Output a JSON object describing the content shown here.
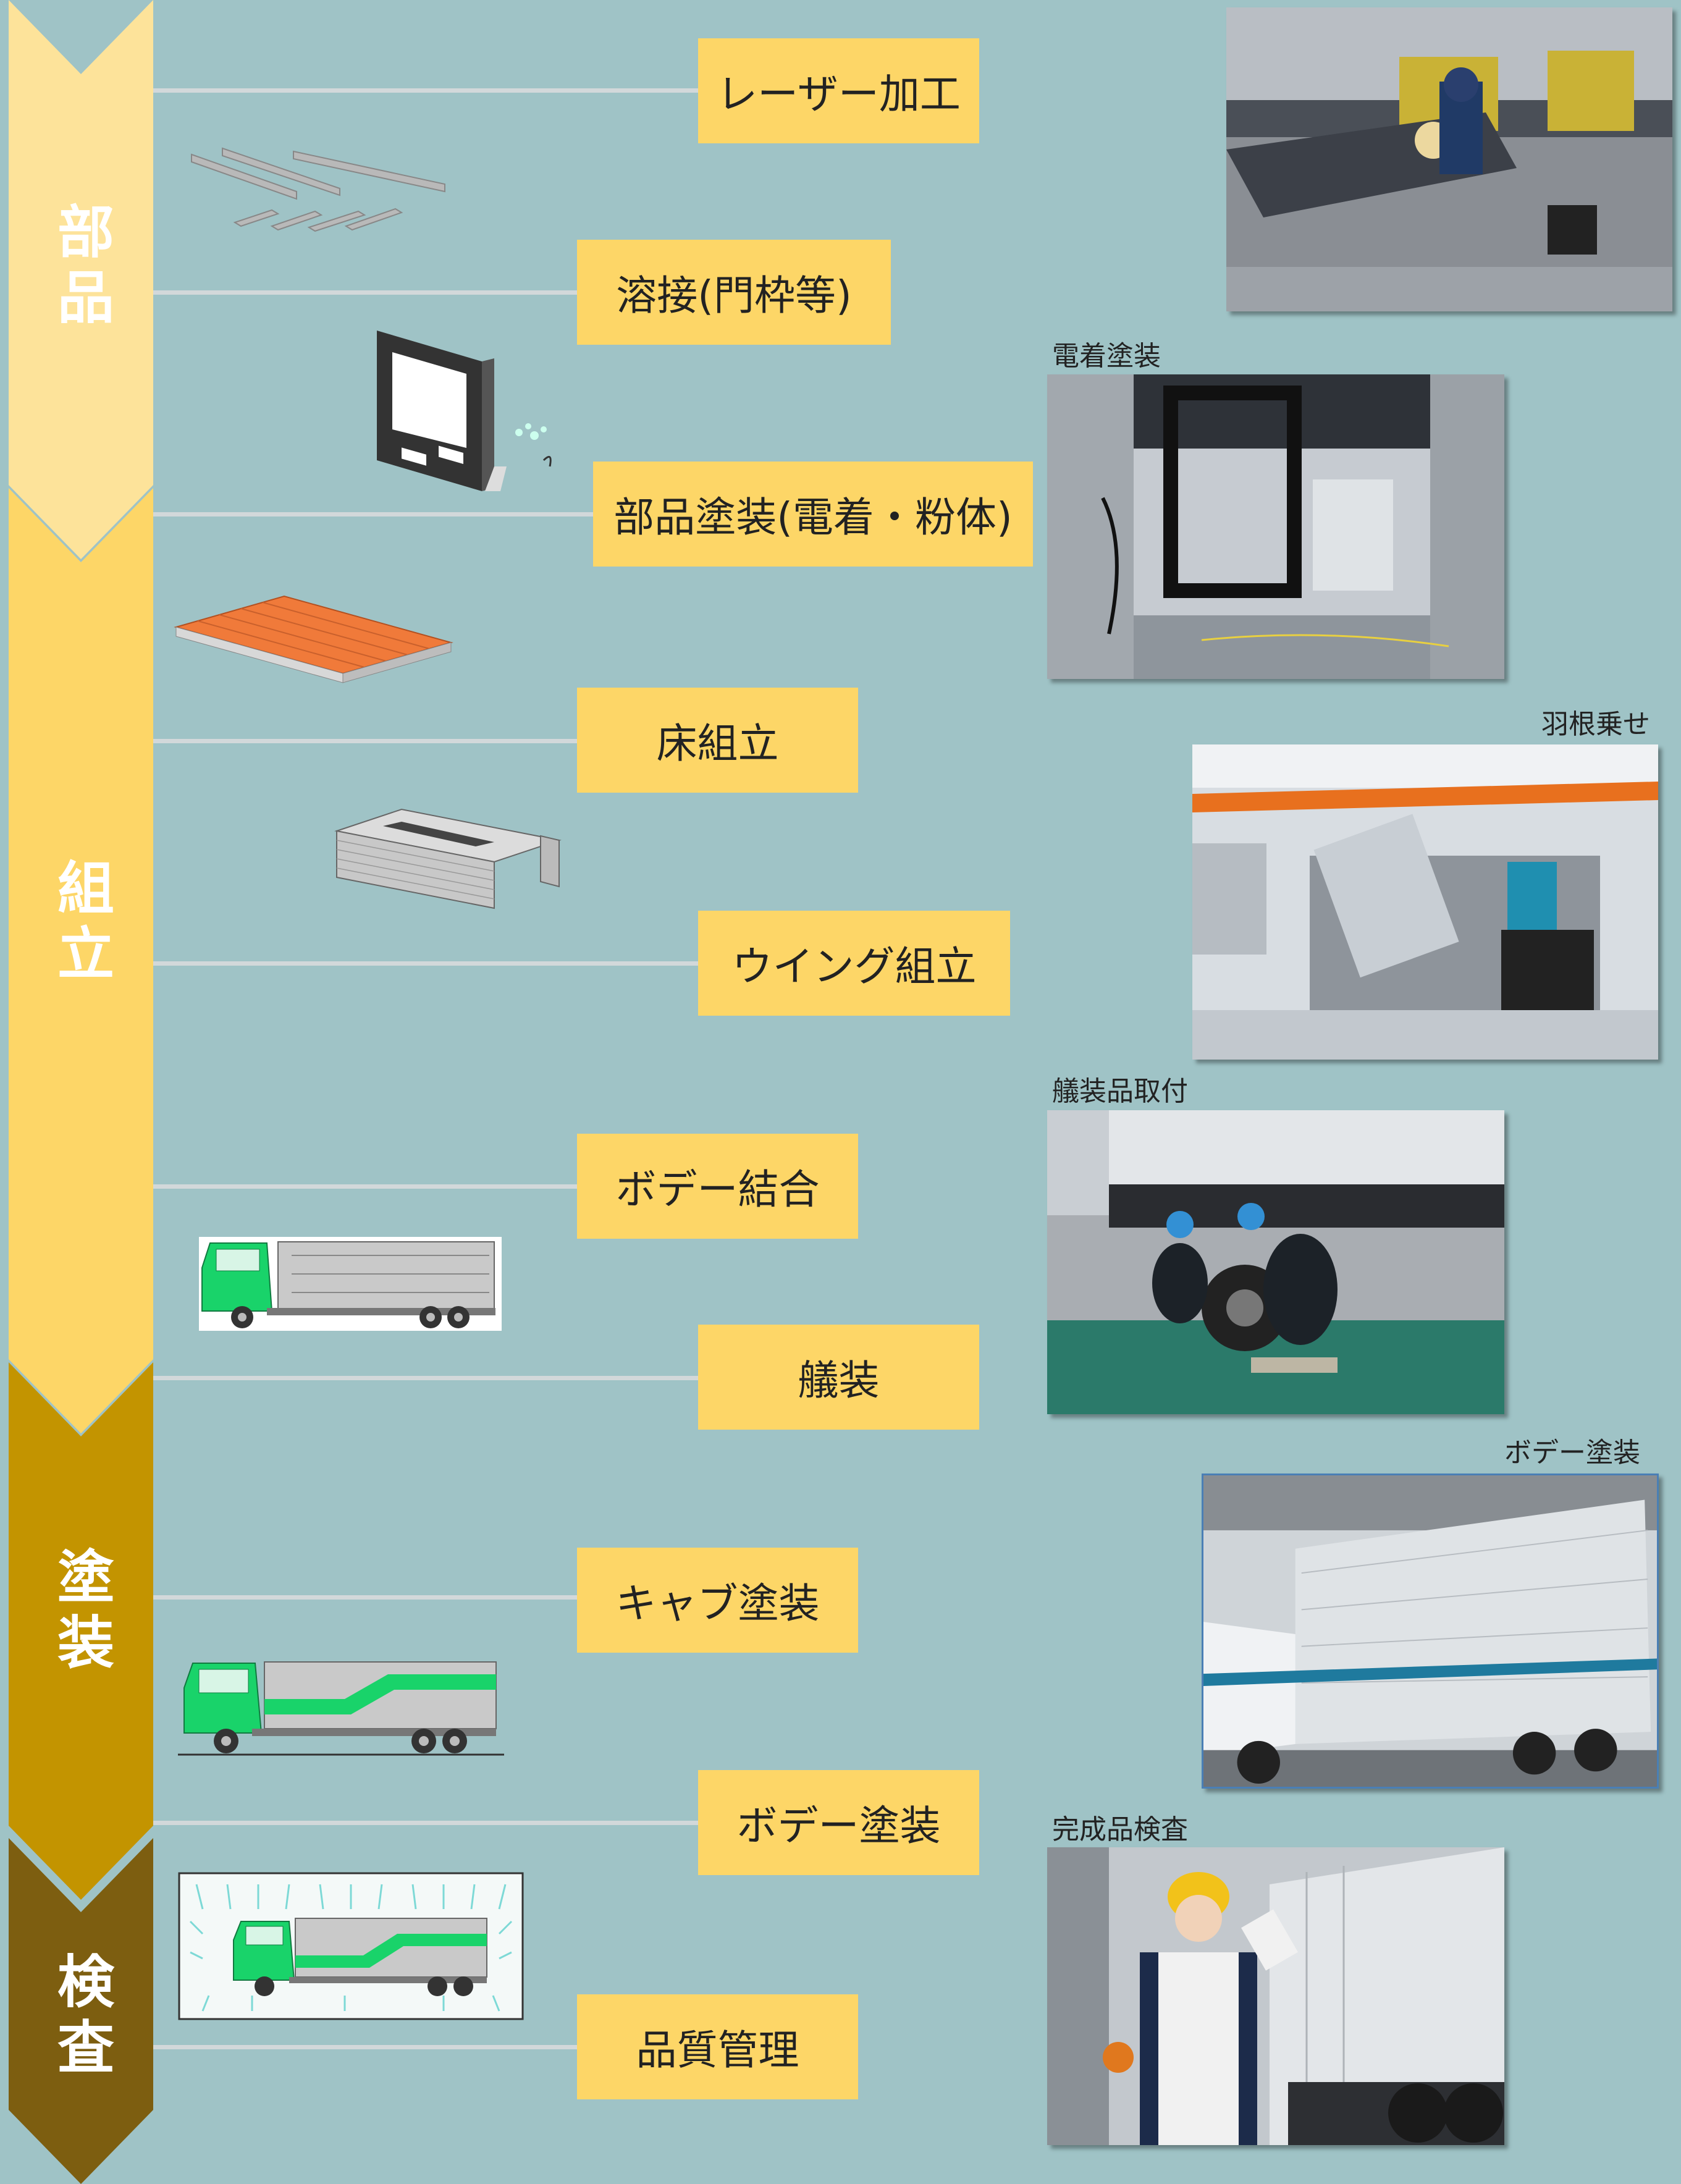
{
  "stages": [
    {
      "label": "部品",
      "color": "#fde39a"
    },
    {
      "label": "組立",
      "color": "#fdd667"
    },
    {
      "label": "塗装",
      "color": "#c39400"
    },
    {
      "label": "検査",
      "color": "#7d5e10"
    }
  ],
  "steps": [
    "レーザー加工",
    "溶接(門枠等)",
    "部品塗装(電着・粉体)",
    "床組立",
    "ウイング組立",
    "ボデー結合",
    "艤装",
    "キャブ塗装",
    "ボデー塗装",
    "品質管理"
  ],
  "photos": [
    {
      "caption": ""
    },
    {
      "caption": "電着塗装"
    },
    {
      "caption": "羽根乗せ"
    },
    {
      "caption": "艤装品取付"
    },
    {
      "caption": "ボデー塗装"
    },
    {
      "caption": "完成品検査"
    }
  ],
  "colors": {
    "background": "#9fc3c6",
    "step_box": "#fdd667",
    "connector": "#d2d8da",
    "cab_green": "#19d36a"
  }
}
